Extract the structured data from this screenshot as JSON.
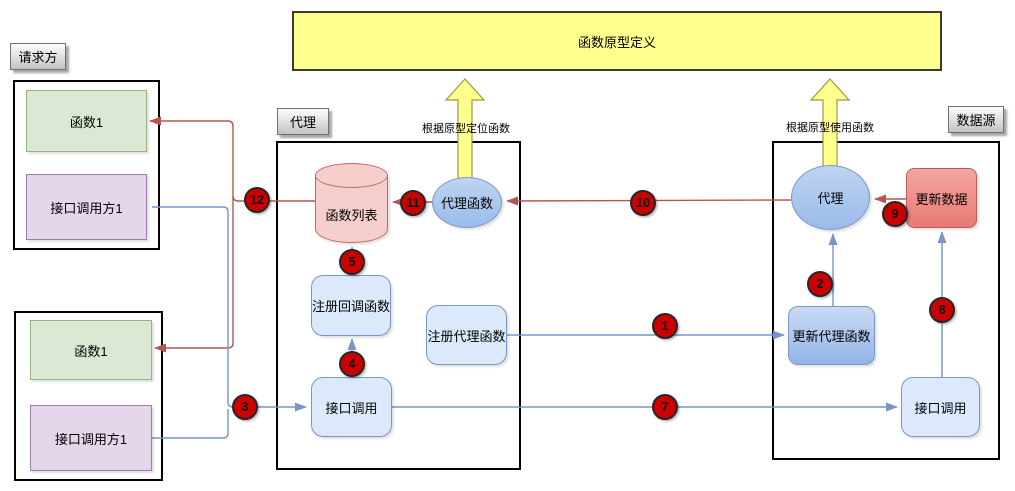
{
  "banner": {
    "title": "函数原型定义"
  },
  "labels": {
    "requester": "请求方",
    "proxy": "代理",
    "datasource": "数据源",
    "locate_by_prototype": "根据原型定位函数",
    "use_by_prototype": "根据原型使用函数"
  },
  "requester_top": {
    "func": "函数1",
    "caller": "接口调用方1"
  },
  "requester_bottom": {
    "func": "函数1",
    "caller": "接口调用方1"
  },
  "proxy_group": {
    "func_list": "函数列表",
    "proxy_func": "代理函数",
    "register_callback": "注册回调函数",
    "register_proxy": "注册代理函数",
    "interface_call": "接口调用"
  },
  "datasource_group": {
    "proxy": "代理",
    "update_data": "更新数据",
    "update_proxy_func": "更新代理函数",
    "interface_call": "接口调用"
  },
  "steps": {
    "1": "1",
    "2": "2",
    "3": "3",
    "4": "4",
    "5": "5",
    "7": "7",
    "8": "8",
    "9": "9",
    "10": "10",
    "11": "11",
    "12": "12"
  },
  "colors": {
    "line_red": "#b85450",
    "line_blue": "#7795c8",
    "step_fill": "#cc0000",
    "step_border": "#262626",
    "step_text": "#111111",
    "yellow": "#ffff8e",
    "yellow_border": "#999944",
    "banner_border": "#3b3b33",
    "green_fill": "#dbe9d4",
    "green_border": "#95b387",
    "purple_fill": "#e4d7e9",
    "purple_border": "#9e7bae",
    "blue_fill": "#dbe9fb",
    "blue_border": "#7b97c5",
    "blue_grad_top": "#c9daf4",
    "blue_grad_bottom": "#93b4e6",
    "ellipse_grad_top": "#bed4f1",
    "ellipse_grad_bottom": "#9abbea",
    "pink_fill": "#f6cfcc",
    "pink_border": "#bf6b64",
    "red_grad_top": "#f3a5a1",
    "red_grad_bottom": "#e87a74",
    "red_box_border": "#c05c55",
    "gray_label_top": "#fdfdfd",
    "gray_label_bottom": "#c3c3c3",
    "gray_label_border": "#707070"
  }
}
